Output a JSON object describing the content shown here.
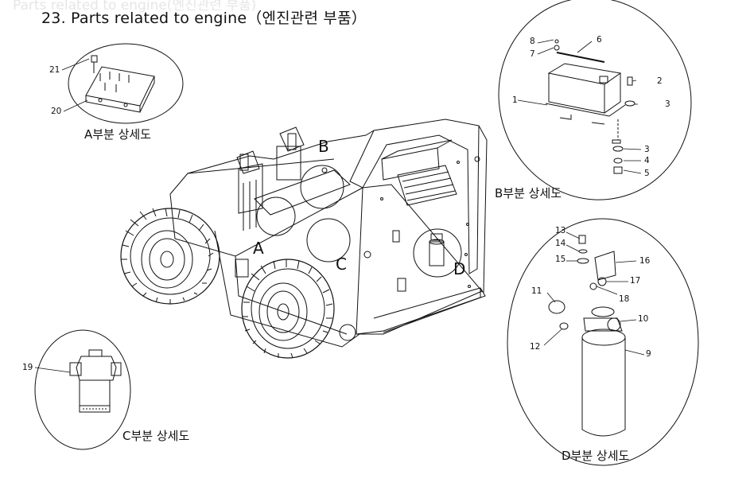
{
  "ghost_header": "Parts related to engine(엔진관련 부품)",
  "title": "23. Parts related to engine（엔진관련 부품）",
  "zones": {
    "a": "A",
    "b": "B",
    "c": "C",
    "d": "D"
  },
  "details": {
    "a": {
      "caption": "A부분 상세도",
      "callouts": {
        "c20": "20",
        "c21": "21"
      }
    },
    "b": {
      "caption": "B부분 상세도",
      "callouts": {
        "c1": "1",
        "c2": "2",
        "c3a": "3",
        "c3b": "3",
        "c4": "4",
        "c5": "5",
        "c6": "6",
        "c7": "7",
        "c8": "8"
      }
    },
    "c": {
      "caption": "C부분 상세도",
      "callouts": {
        "c19": "19"
      }
    },
    "d": {
      "caption": "D부분 상세도",
      "callouts": {
        "c9": "9",
        "c10": "10",
        "c11": "11",
        "c12": "12",
        "c13": "13",
        "c14": "14",
        "c15": "15",
        "c16": "16",
        "c17": "17",
        "c18": "18"
      }
    }
  }
}
